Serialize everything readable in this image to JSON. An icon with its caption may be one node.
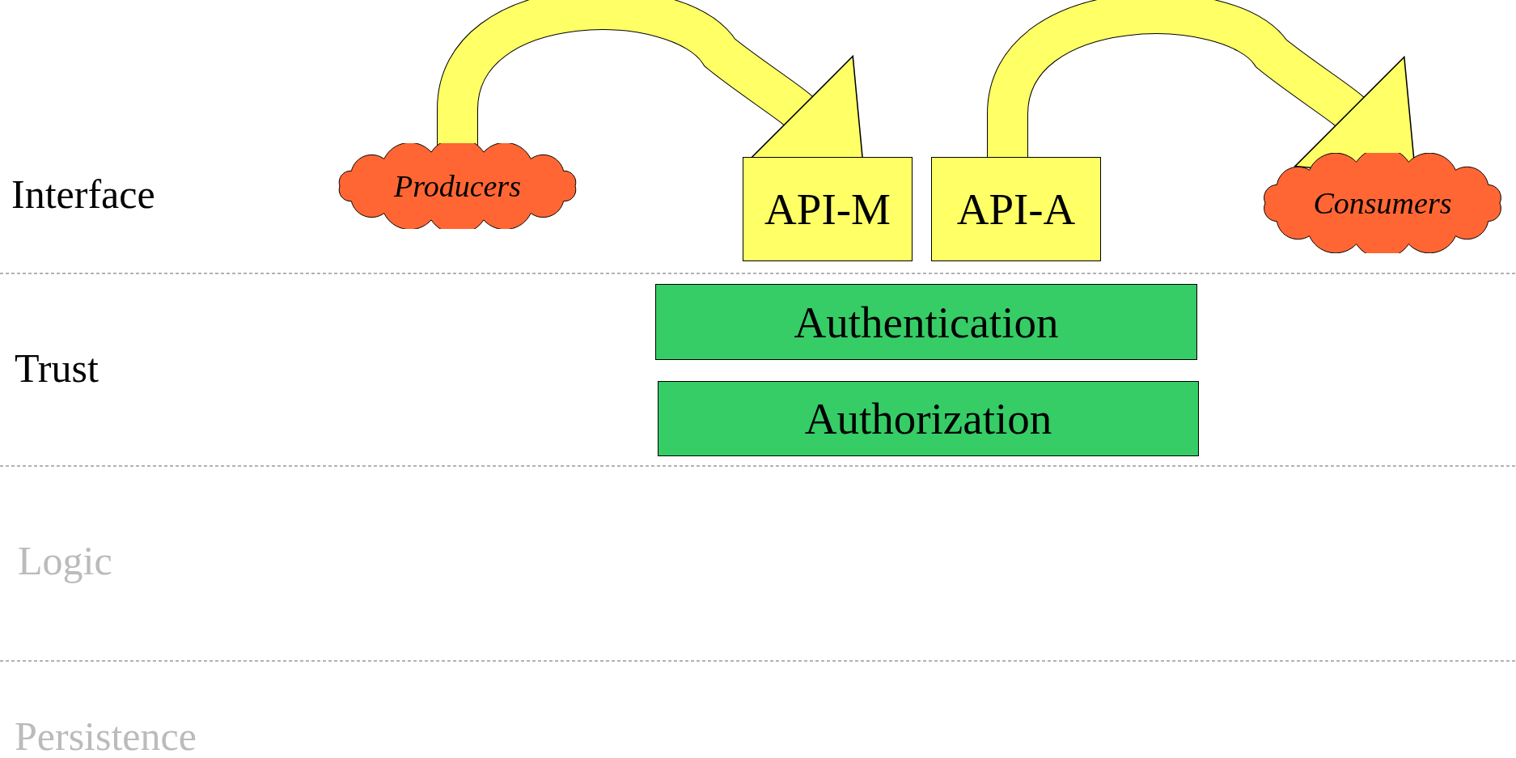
{
  "diagram": {
    "nodes": [
      {
        "text": [
          "Producers"
        ]
      },
      {
        "text": [
          "API-M"
        ]
      },
      {
        "text": [
          "API-A"
        ]
      },
      {
        "text": [
          "Consumers"
        ]
      },
      {
        "text": [
          "Authentication"
        ]
      },
      {
        "text": [
          "Authorization"
        ]
      }
    ],
    "edges": [
      {
        "from": 0,
        "to": 1,
        "arrow": "to"
      },
      {
        "from": 2,
        "to": 3,
        "arrow": "to"
      }
    ],
    "labels": [
      "Interface",
      "Trust",
      "Logic",
      "Persistence"
    ]
  }
}
